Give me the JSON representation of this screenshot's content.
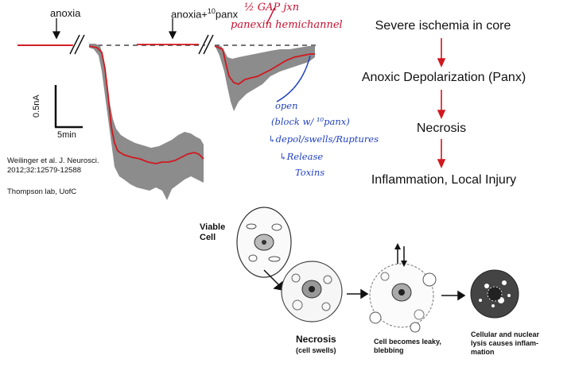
{
  "trace": {
    "label_anoxia": "anoxia",
    "label_anoxia_panx_prefix": "anoxia+",
    "label_anoxia_panx_sup": "10",
    "label_anoxia_panx_suffix": "panx",
    "scale_y": "0.5nA",
    "scale_x": "5min",
    "mean_color": "#d0181f",
    "band_color": "#8c8c8c"
  },
  "citation": {
    "line1": "Weilinger et al. J. Neurosci.",
    "line2": "2012;32:12579-12588",
    "lab": "Thompson lab, UofC"
  },
  "annotations": {
    "red_top": "½ GAP jxn",
    "red_main": "panexin hemichannel",
    "blue_1": "open",
    "blue_2": "(block w/ ¹⁰panx)",
    "blue_3": "↳depol/swells/Ruptures",
    "blue_4": "↳Release",
    "blue_5": "Toxins"
  },
  "flow": {
    "step1": "Severe ischemia in core",
    "step2": "Anoxic Depolarization (Panx)",
    "step3": "Necrosis",
    "step4": "Inflammation, Local Injury",
    "arrow_color": "#d0181f"
  },
  "cells": {
    "viable": "Viable\nCell",
    "necrosis": "Necrosis",
    "necrosis_sub": "(cell swells)",
    "leaky": "Cell becomes leaky,\nblebbing",
    "lysis": "Cellular and nuclear\nlysis causes inflam-\nmation"
  }
}
